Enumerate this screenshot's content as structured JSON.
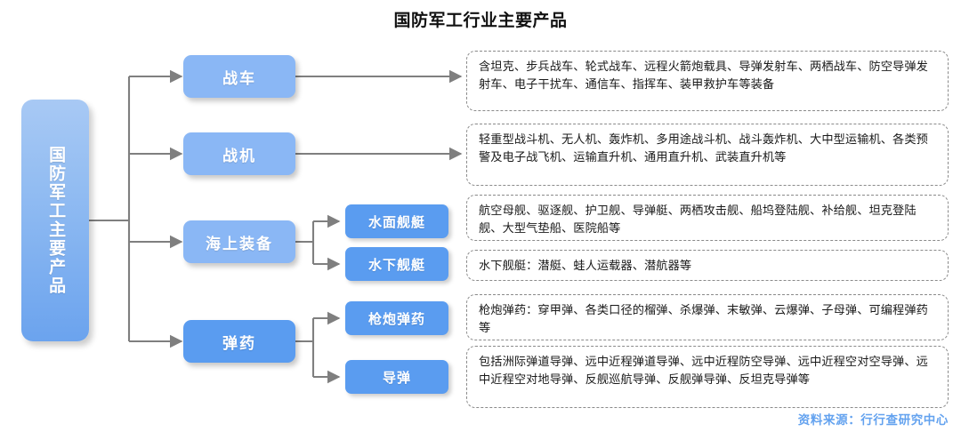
{
  "title": "国防军工行业主要产品",
  "root": {
    "label": "国防军工主要产品"
  },
  "branches": [
    {
      "key": "zhanche",
      "label": "战车",
      "description": "含坦克、步兵战车、轮式战车、远程火箭炮载具、导弹发射车、两栖战车、防空导弹发射车、电子干扰车、通信车、指挥车、装甲救护车等装备"
    },
    {
      "key": "zhanji",
      "label": "战机",
      "description": "轻重型战斗机、无人机、轰炸机、多用途战斗机、战斗轰炸机、大中型运输机、各类预警及电子战飞机、运输直升机、通用直升机、武装直升机等"
    },
    {
      "key": "haishang",
      "label": "海上装备",
      "children": [
        {
          "key": "shuimian",
          "label": "水面舰艇",
          "description": "航空母舰、驱逐舰、护卫舰、导弹艇、两栖攻击舰、船坞登陆舰、补给舰、坦克登陆舰、大型气垫船、医院船等"
        },
        {
          "key": "shuixia",
          "label": "水下舰艇",
          "description": "水下舰艇：潜艇、蛙人运载器、潜航器等"
        }
      ]
    },
    {
      "key": "danyao",
      "label": "弹药",
      "children": [
        {
          "key": "qiangpao",
          "label": "枪炮弹药",
          "description": "枪炮弹药：穿甲弹、各类口径的榴弹、杀爆弹、末敏弹、云爆弹、子母弹、可编程弹药等"
        },
        {
          "key": "daodan",
          "label": "导弹",
          "description": "包括洲际弹道导弹、远中近程弹道导弹、远中近程防空导弹、远中近程空对空导弹、远中近程空对地导弹、反舰巡航导弹、反舰弹导弹、反坦克导弹等"
        }
      ]
    }
  ],
  "source": "资料来源：行行查研究中心",
  "colors": {
    "node_light": "#8ab7f5",
    "node_strong": "#5a9cf0",
    "connector": "#7f7f7f",
    "dash_border": "#8a8a8a",
    "source_text": "#63a2ef",
    "title_text": "#111111"
  }
}
